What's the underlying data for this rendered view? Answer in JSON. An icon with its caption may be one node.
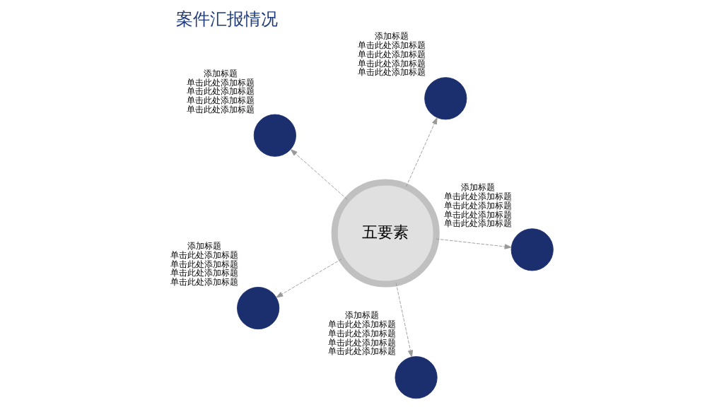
{
  "diagram": {
    "title": "案件汇报情况",
    "nodes": [
      {
        "text": [],
        "shape": "circle",
        "beside": [
          "添加标题",
          "单击此处添加标题单击此处添加标题单击此处添加标题单击此处添加标题"
        ]
      },
      {
        "text": [],
        "shape": "circle",
        "beside": [
          "添加标题",
          "单击此处添加标题单击此处添加标题单击此处添加标题单击此处添加标题"
        ]
      },
      {
        "text": [],
        "shape": "circle",
        "beside": [
          "添加标题",
          "单击此处添加标题单击此处添加标题单击此处添加标题单击此处添加标题"
        ]
      },
      {
        "text": [
          "五要素"
        ]
      },
      {
        "text": [],
        "shape": "circle",
        "beside": [
          "添加标题",
          "单击此处添加标题单击此处添加标题单击此处添加标题单击此处添加标题"
        ]
      },
      {
        "text": [],
        "shape": "circle",
        "beside": [
          "添加标题",
          "单击此处添加标题单击此处添加标题单击此处添加标题单击此处添加标题"
        ]
      }
    ],
    "edges": [
      {
        "from": 3,
        "to": 0,
        "arrow": "to",
        "style": "dashed"
      },
      {
        "from": 3,
        "to": 1,
        "arrow": "to",
        "style": "dashed"
      },
      {
        "from": 3,
        "to": 2,
        "arrow": "to",
        "style": "dashed"
      },
      {
        "from": 3,
        "to": 4,
        "arrow": "to",
        "style": "dashed"
      },
      {
        "from": 3,
        "to": 5,
        "arrow": "to",
        "style": "dashed"
      }
    ]
  }
}
